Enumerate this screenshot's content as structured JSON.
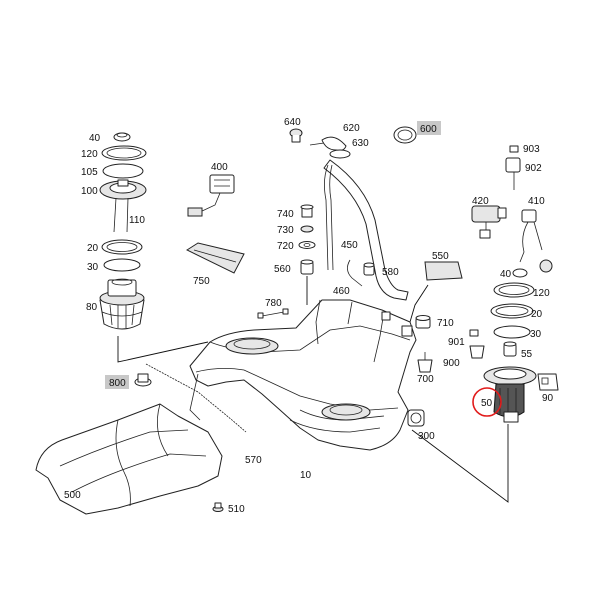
{
  "labels": {
    "p10": "10",
    "p20a": "20",
    "p20b": "20",
    "p30a": "30",
    "p30b": "30",
    "p40a": "40",
    "p40b": "40",
    "p50": "50",
    "p55": "55",
    "p80": "80",
    "p90": "90",
    "p100": "100",
    "p105": "105",
    "p110": "110",
    "p120a": "120",
    "p120b": "120",
    "p300": "300",
    "p400": "400",
    "p410": "410",
    "p420": "420",
    "p450": "450",
    "p460": "460",
    "p500": "500",
    "p510": "510",
    "p550": "550",
    "p560": "560",
    "p570": "570",
    "p580": "580",
    "p600": "600",
    "p620": "620",
    "p630": "630",
    "p640": "640",
    "p700": "700",
    "p710": "710",
    "p720": "720",
    "p730": "730",
    "p740": "740",
    "p750": "750",
    "p780": "780",
    "p800": "800",
    "p900": "900",
    "p901": "901",
    "p902": "902",
    "p903": "903"
  },
  "colors": {
    "highlight_label_bg": "#c8c8c8",
    "marker_circle": "#e11b1b",
    "line": "#222222"
  }
}
